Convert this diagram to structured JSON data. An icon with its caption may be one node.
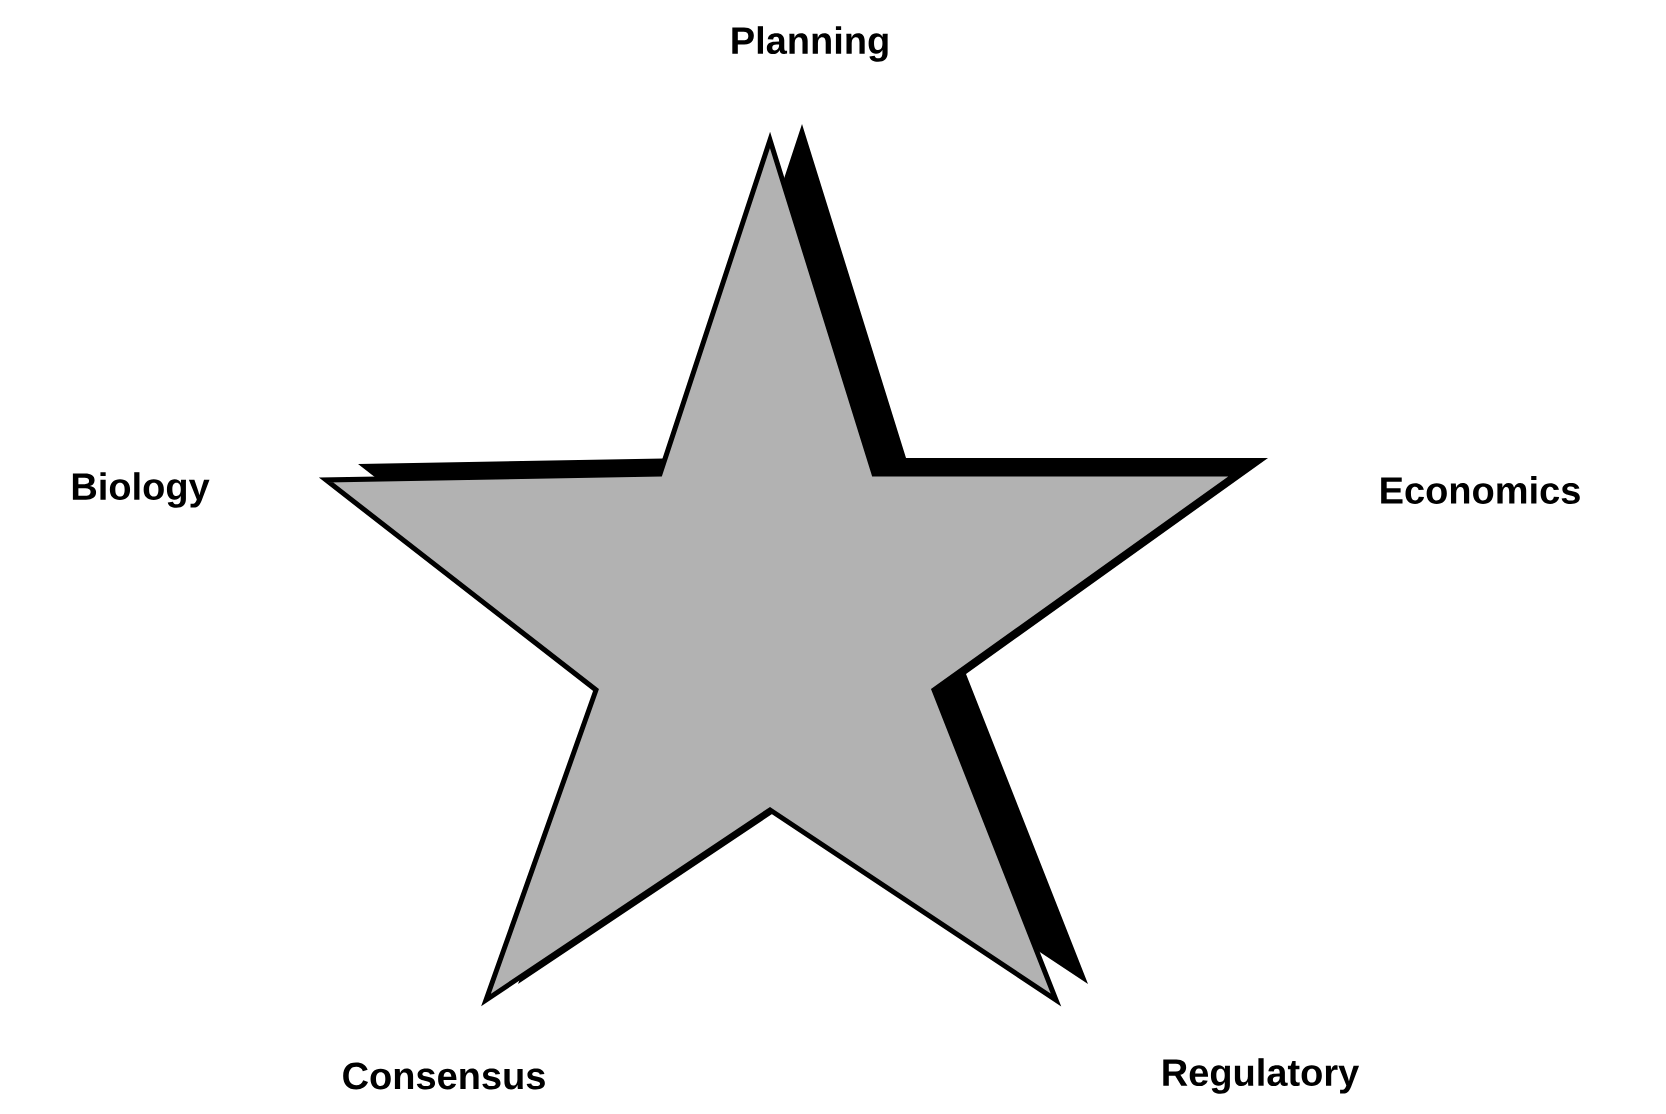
{
  "diagram": {
    "labels": [
      "Planning",
      "Biology",
      "Economics",
      "Consensus",
      "Regulatory"
    ]
  }
}
